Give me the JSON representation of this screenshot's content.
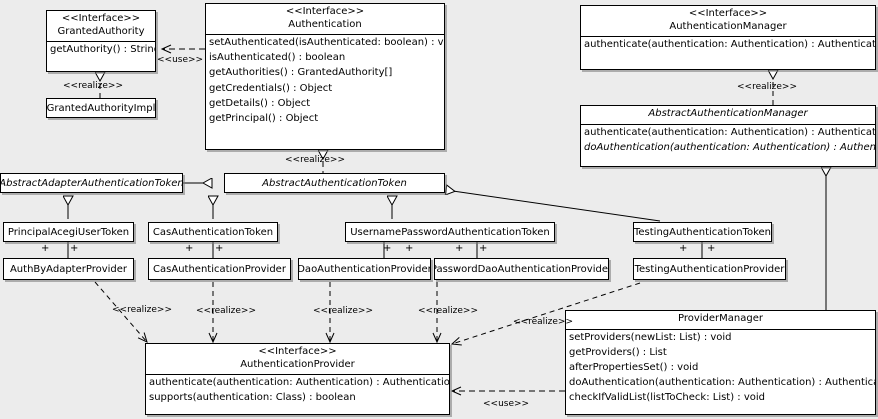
{
  "diagram": {
    "kind": "uml-class-diagram",
    "background_color": "#ececec",
    "box_fill": "#ffffff",
    "line_color": "#000000"
  },
  "classes": {
    "granted_authority": {
      "stereotype": "<<Interface>>",
      "name": "GrantedAuthority",
      "members": [
        "getAuthority() : String"
      ]
    },
    "granted_authority_impl": {
      "name": "GrantedAuthorityImpl"
    },
    "authentication": {
      "stereotype": "<<Interface>>",
      "name": "Authentication",
      "members": [
        "setAuthenticated(isAuthenticated: boolean) : void",
        "isAuthenticated() : boolean",
        "getAuthorities() : GrantedAuthority[]",
        "getCredentials() : Object",
        "getDetails() : Object",
        "getPrincipal() : Object"
      ]
    },
    "authentication_manager": {
      "stereotype": "<<Interface>>",
      "name": "AuthenticationManager",
      "members": [
        "authenticate(authentication: Authentication) : Authentication"
      ]
    },
    "abstract_authentication_manager": {
      "name": "AbstractAuthenticationManager",
      "members": [
        "authenticate(authentication: Authentication) : Authentication",
        "doAuthentication(authentication: Authentication) : Authentication"
      ]
    },
    "abstract_adapter_authentication_token": {
      "name": "AbstractAdapterAuthenticationToken"
    },
    "abstract_authentication_token": {
      "name": "AbstractAuthenticationToken"
    },
    "principal_acegi_user_token": {
      "name": "PrincipalAcegiUserToken"
    },
    "cas_authentication_token": {
      "name": "CasAuthenticationToken"
    },
    "username_password_authentication_token": {
      "name": "UsernamePasswordAuthenticationToken"
    },
    "testing_authentication_token": {
      "name": "TestingAuthenticationToken"
    },
    "auth_by_adapter_provider": {
      "name": "AuthByAdapterProvider"
    },
    "cas_authentication_provider": {
      "name": "CasAuthenticationProvider"
    },
    "dao_authentication_provider": {
      "name": "DaoAuthenticationProvider"
    },
    "password_dao_authentication_provider": {
      "name": "PasswordDaoAuthenticationProvider"
    },
    "testing_authentication_provider": {
      "name": "TestingAuthenticationProvider"
    },
    "authentication_provider": {
      "stereotype": "<<Interface>>",
      "name": "AuthenticationProvider",
      "members": [
        "authenticate(authentication: Authentication) : Authentication",
        "supports(authentication: Class) : boolean"
      ]
    },
    "provider_manager": {
      "name": "ProviderManager",
      "members": [
        "setProviders(newList: List) : void",
        "getProviders() : List",
        "afterPropertiesSet() : void",
        "doAuthentication(authentication: Authentication) : Authentication",
        "checkIfValidList(listToCheck: List) : void"
      ]
    }
  },
  "relationship_labels": {
    "use_authentication_grantedauthority": "<<use>>",
    "realize_grantedauthorityimpl": "<<realize>>",
    "realize_abstractauthenticationtoken": "<<realize>>",
    "realize_abstractauthenticationmanager": "<<realize>>",
    "realize_authbyadapterprovider": "<<realize>>",
    "realize_casauthenticationprovider": "<<realize>>",
    "realize_daoauthenticationprovider": "<<realize>>",
    "realize_passworddaoauthenticationprovider": "<<realize>>",
    "realize_testingauthenticationprovider": "<<realize>>",
    "use_providermanager_authenticationprovider": "<<use>>"
  },
  "association_markers": {
    "plus": "+"
  }
}
